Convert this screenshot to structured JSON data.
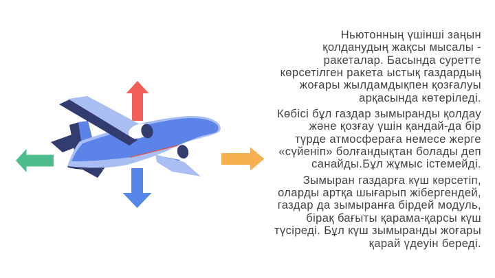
{
  "slide": {
    "background_color": "#ffffff",
    "text_color": "#414141",
    "body_paragraphs": [
      {
        "lines": [
          "Ньютонның үшінші заңын",
          "қолданудың жақсы мысалы -",
          "ракеталар. Басында суретте",
          "көрсетілген ракета ыстық газдардың",
          "жоғары жылдамдықпен қозғалуы",
          "арқасында көтеріледі."
        ]
      },
      {
        "lines": [
          "Көбісі бұл газдар зымыранды қолдау",
          "және қозғау үшін қандай-да бір",
          "түрде атмосфераға немесе жерге",
          "«сүйеніп» болғандықтан болады деп",
          "санайды.Бұл жұмыс істемейді."
        ]
      },
      {
        "lines": [
          "Зымыран газдарға күш көрсетіп,",
          "оларды артқа шығарып жібергендей,",
          "газдар да зымыранға бірдей модуль,",
          "бірақ бағыты қарама-қарсы күш",
          "түсіреді. Бұл күш зымыранды жоғары",
          "қарай үдеуін береді."
        ]
      }
    ]
  },
  "illustration": {
    "description": "isometric airplane surrounded by four force arrows (up, down, left, right)",
    "colors": {
      "plane_light": "#a9bef2",
      "plane_medium": "#5c84e8",
      "plane_navy": "#333c6e",
      "plane_stripe": "#e0544a",
      "nacelle_white": "#ffffff",
      "arrow_up": "#f25f58",
      "arrow_down": "#5586ea",
      "arrow_left": "#4ebd8d",
      "arrow_right": "#f6b052"
    }
  }
}
